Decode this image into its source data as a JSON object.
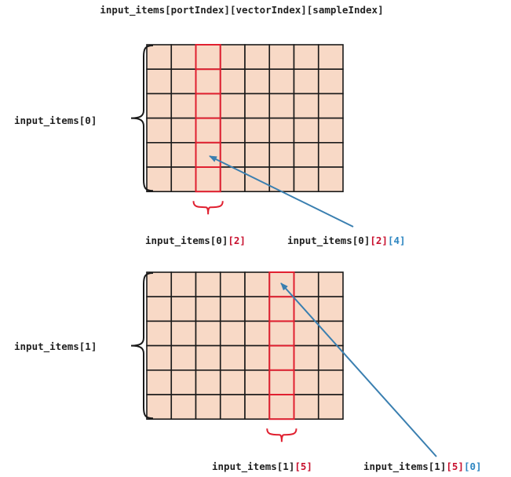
{
  "title": "input_items[portIndex][vectorIndex][sampleIndex]",
  "colors": {
    "cell_fill": "#f8d9c6",
    "grid_line": "#1a1a1a",
    "highlight": "#e02030",
    "arrow": "#3a7fb0",
    "index_red": "#c8102e",
    "index_blue": "#2e86c1",
    "text": "#222222"
  },
  "grids": [
    {
      "port_label": "input_items[0]",
      "rows": 6,
      "cols": 8,
      "highlight_col": 2,
      "vector_label": {
        "base": "input_items[0]",
        "vector": "[2]"
      },
      "sample_label": {
        "base": "input_items[0]",
        "vector": "[2]",
        "sample": "[4]"
      },
      "pointed_row": 4
    },
    {
      "port_label": "input_items[1]",
      "rows": 6,
      "cols": 8,
      "highlight_col": 5,
      "vector_label": {
        "base": "input_items[1]",
        "vector": "[5]"
      },
      "sample_label": {
        "base": "input_items[1]",
        "vector": "[5]",
        "sample": "[0]"
      },
      "pointed_row": 0
    }
  ]
}
